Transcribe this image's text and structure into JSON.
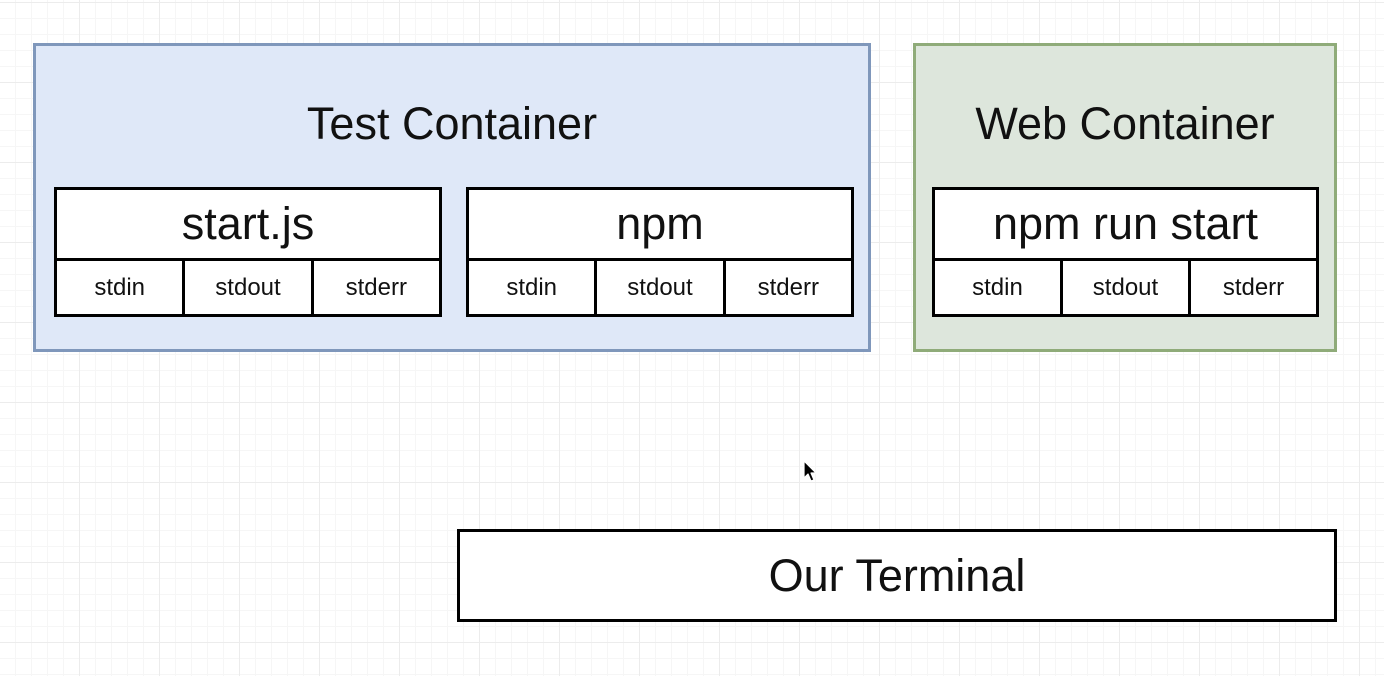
{
  "colors": {
    "test_container_fill": "#dfe8f8",
    "test_container_border": "#7f97bb",
    "web_container_fill": "#dde6dc",
    "web_container_border": "#8fab79"
  },
  "test_container": {
    "title": "Test Container",
    "processes": [
      {
        "title": "start.js",
        "streams": [
          "stdin",
          "stdout",
          "stderr"
        ]
      },
      {
        "title": "npm",
        "streams": [
          "stdin",
          "stdout",
          "stderr"
        ]
      }
    ]
  },
  "web_container": {
    "title": "Web Container",
    "processes": [
      {
        "title": "npm run start",
        "streams": [
          "stdin",
          "stdout",
          "stderr"
        ]
      }
    ]
  },
  "terminal": {
    "label": "Our Terminal"
  },
  "cursor": {
    "icon": "pointer-cursor-icon"
  }
}
